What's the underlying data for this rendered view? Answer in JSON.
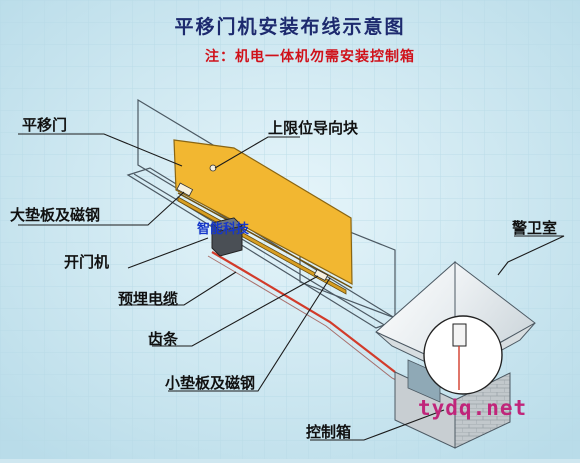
{
  "title": "平移门机安装布线示意图",
  "note": "注：机电一体机勿需安装控制箱",
  "labels": {
    "sliding_gate": "平移门",
    "upper_limit_block": "上限位导向块",
    "large_pad_magnet": "大垫板及磁钢",
    "gate_opener": "开门机",
    "buried_cable": "预埋电缆",
    "gear_rack": "齿条",
    "small_pad_magnet": "小垫板及磁钢",
    "guard_room": "警卫室",
    "control_box": "控制箱"
  },
  "watermarks": {
    "brand": "智能科技",
    "site": "tydq.net"
  },
  "colors": {
    "background": "#cfe7f0",
    "title": "#1d2a6e",
    "note": "#d0111a",
    "gate": "#f2b731",
    "cable": "#d23b2a",
    "site_watermark": "#c0257a"
  }
}
